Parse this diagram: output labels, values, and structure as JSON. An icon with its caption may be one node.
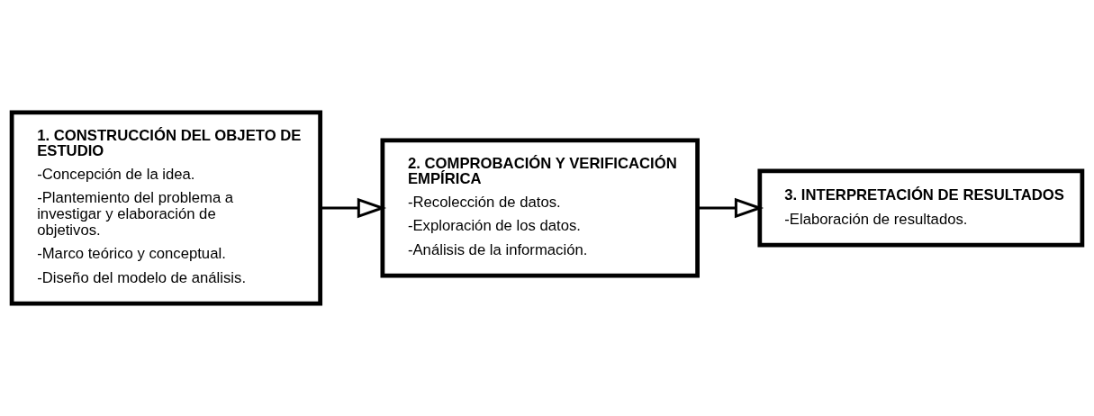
{
  "diagram": {
    "nodes": [
      {
        "text": [
          "1. CONSTRUCCIÓN DEL OBJETO DE ESTUDIO",
          "-Concepción de la idea.",
          "-Plantemiento del problema a investigar y elaboración de objetivos.",
          "-Marco teórico y conceptual.",
          "-Diseño del modelo de análisis."
        ]
      },
      {
        "text": [
          "2. COMPROBACIÓN Y VERIFICACIÓN EMPÍRICA",
          "-Recolección de datos.",
          "-Exploración de los datos.",
          "-Análisis de la información."
        ]
      },
      {
        "text": [
          "3. INTERPRETACIÓN DE RESULTADOS",
          "-Elaboración de resultados."
        ]
      }
    ],
    "edges": [
      {
        "from": 0,
        "to": 1,
        "arrow": "to"
      },
      {
        "from": 1,
        "to": 2,
        "arrow": "to"
      }
    ]
  }
}
